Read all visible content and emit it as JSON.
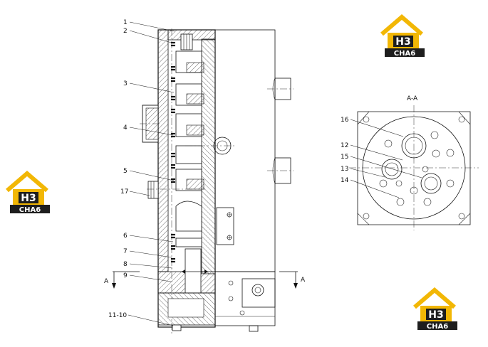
{
  "view_label": "A-A",
  "callouts": [
    "1",
    "2",
    "3",
    "4",
    "5",
    "17",
    "6",
    "7",
    "8",
    "9",
    "11-10"
  ],
  "section_callouts": [
    "16",
    "12",
    "15",
    "13",
    "14"
  ],
  "section_arrows": [
    "A",
    "A"
  ],
  "logo": {
    "letters": "H3",
    "brand": "CHA6",
    "accent_color": "#f2b705",
    "dark_color": "#1e1e1e"
  }
}
